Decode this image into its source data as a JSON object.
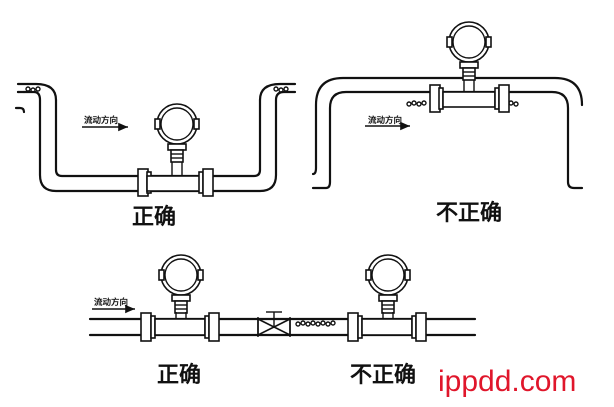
{
  "diagrams": [
    {
      "id": "top-left",
      "caption": "正确",
      "flow_label": "流动方向"
    },
    {
      "id": "top-right",
      "caption": "不正确",
      "flow_label": "流动方向"
    },
    {
      "id": "bottom",
      "caption_left": "正确",
      "caption_right": "不正确",
      "flow_label": "流动方向"
    }
  ],
  "watermark": "ippdd.com",
  "colors": {
    "line": "#111111",
    "watermark": "#e0162b",
    "background": "#ffffff"
  }
}
